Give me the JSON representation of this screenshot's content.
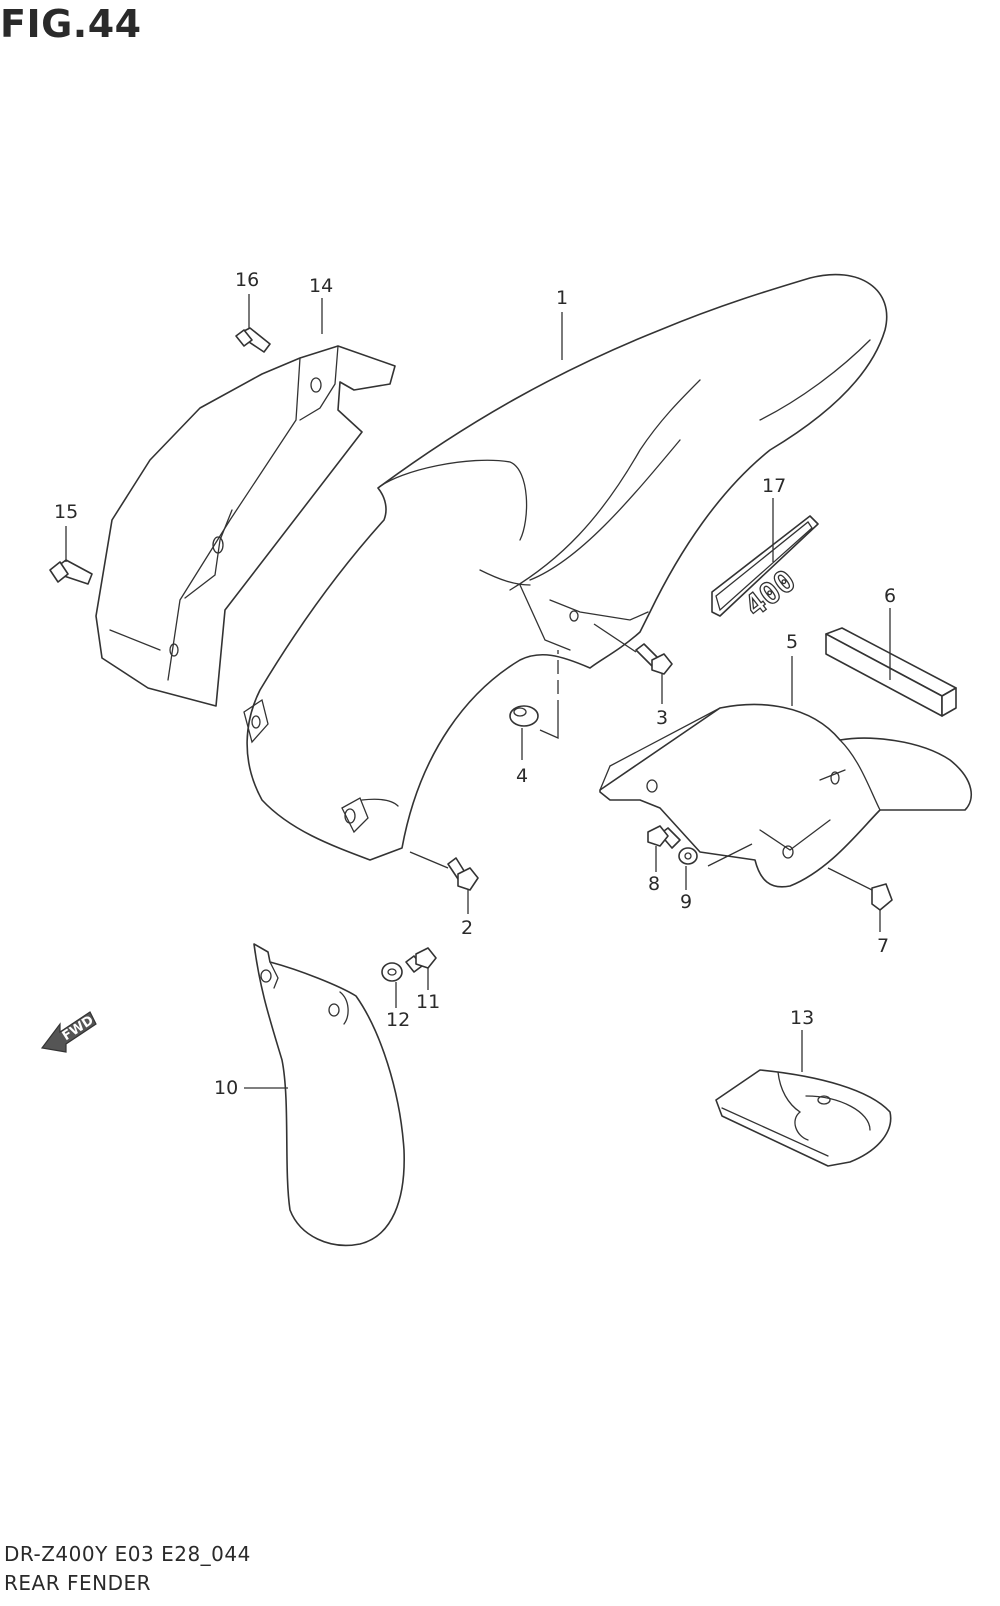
{
  "figure": {
    "title": "FIG.44",
    "model_code": "DR-Z400Y E03 E28_044",
    "caption": "REAR FENDER"
  },
  "callouts": [
    "1",
    "2",
    "3",
    "4",
    "5",
    "6",
    "7",
    "8",
    "9",
    "10",
    "11",
    "12",
    "13",
    "14",
    "15",
    "16",
    "17"
  ],
  "fwd_label": "FWD",
  "decal_text": "400"
}
